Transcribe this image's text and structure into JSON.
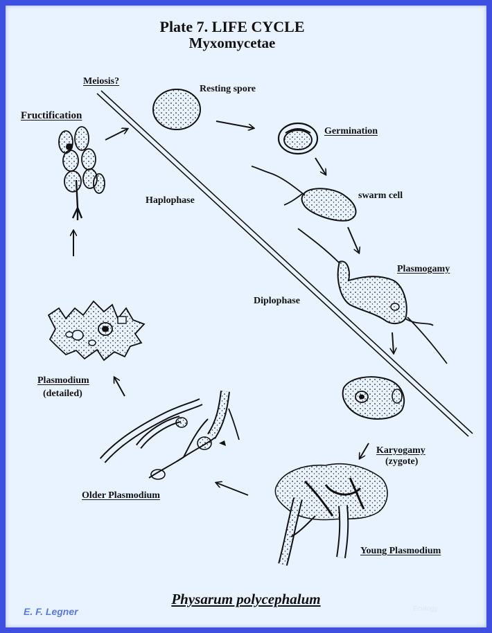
{
  "plate": {
    "title": "Plate 7.  LIFE CYCLE",
    "subtitle": "Myxomycetae",
    "species": "Physarum polycephalum",
    "author": "E. F. Legner",
    "faint_mark": "Ecology"
  },
  "phases": {
    "haplophase": "Haplophase",
    "diplophase": "Diplophase",
    "meiosis": "Meiosis?"
  },
  "stages": {
    "resting_spore": "Resting spore",
    "germination": "Germination",
    "swarm_cell": "swarm cell",
    "plasmogamy": "Plasmogamy",
    "karyogamy": "Karyogamy",
    "karyogamy_note": "(zygote)",
    "young_plasmodium": "Young Plasmodium",
    "older_plasmodium": "Older Plasmodium",
    "plasmodium": "Plasmodium",
    "plasmodium_note": "(detailed)",
    "fructification": "Fructification"
  },
  "colors": {
    "frame": "#3f4fe0",
    "background": "#e9f3ff",
    "ink": "#111111",
    "author": "#5a79d8"
  }
}
